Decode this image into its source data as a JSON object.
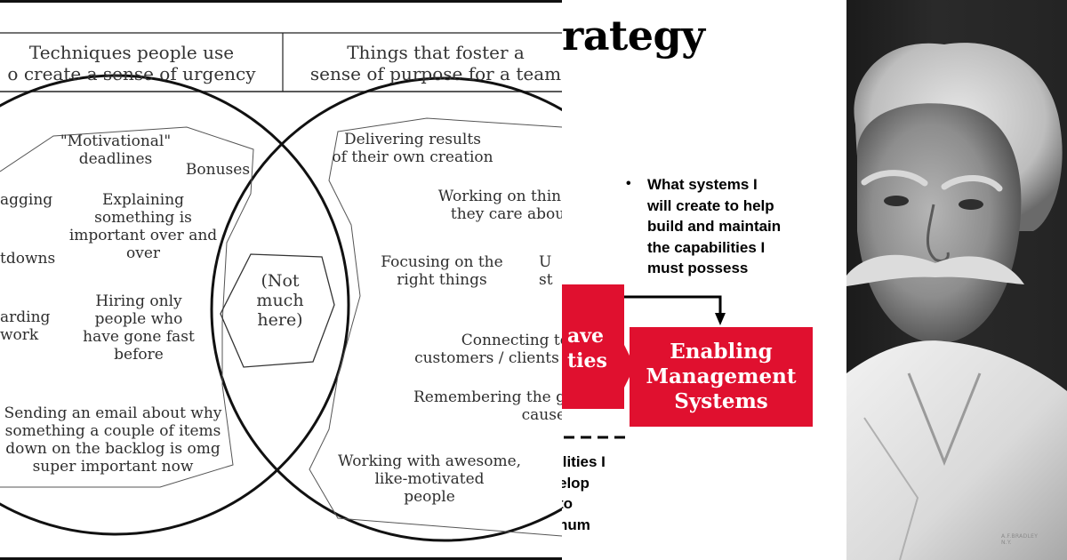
{
  "venn": {
    "left_heading": "Techniques people use\no create a sense of urgency",
    "right_heading": "Things that foster a\nsense of purpose for a team",
    "overlap": "(Not\nmuch\nhere)",
    "left_items": [
      "\"Motivational\"\ndeadlines",
      "Bonuses",
      "agging",
      "Explaining\nsomething is\nimportant over and\nover",
      "tdowns",
      "Hiring only\npeople who\nhave gone fast\nbefore",
      "arding\nwork",
      "Sending an email about why\nsomething  a couple of items\ndown on the backlog is omg\nsuper important now"
    ],
    "right_items": [
      "Delivering results\nof their own creation",
      "Working on thing\nthey care about",
      "Focusing on the\nright things",
      "U\nst",
      "Connecting to\ncustomers / clients /",
      "Remembering the g\ncause",
      "Working with awesome,\nlike-motivated\npeople"
    ]
  },
  "slide": {
    "title": "rategy",
    "bullet_symbol": "•",
    "bullet_text": "What systems I\nwill create to help\nbuild and maintain\nthe capabilities I\nmust possess",
    "left_box": "ave\nties",
    "main_box": "Enabling\nManagement\nSystems",
    "bottom_text": "ilities I\nelop\nto\nnum",
    "accent_color": "#e0102f"
  },
  "portrait": {
    "credit": "A.F.BRADLEY\nN.Y.",
    "icon": "portrait-photo"
  }
}
